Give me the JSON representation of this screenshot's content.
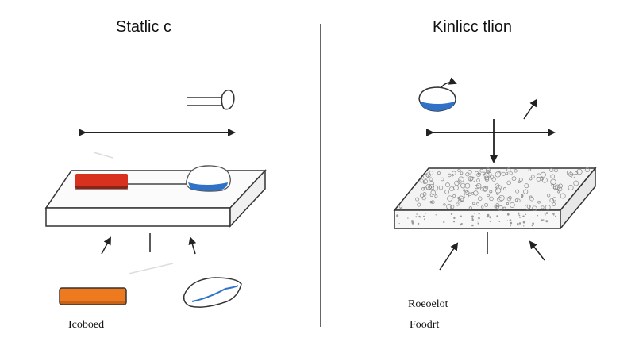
{
  "panels": {
    "left": {
      "title": "Statlic c",
      "bottom_label": "Icoboed"
    },
    "right": {
      "title": "Kinlicc  tlion",
      "bottom_label_1": "Roeoelot",
      "bottom_label_2": "Foodrt"
    }
  },
  "colors": {
    "ink": "#222222",
    "red_block": "#d8311f",
    "orange_block": "#ee7a1f",
    "blue_liquid": "#2f72c8",
    "rough_surface": "#f3f3f3"
  }
}
